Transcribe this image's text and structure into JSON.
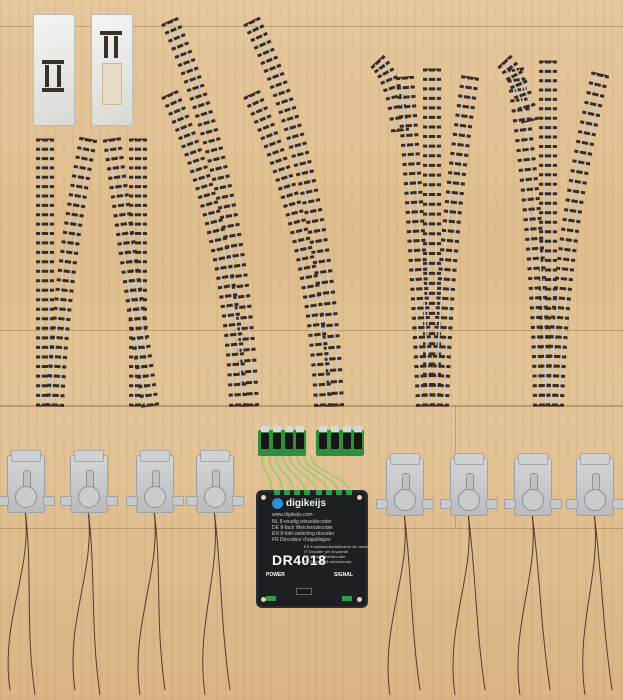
{
  "decoder": {
    "brand": "digikeijs",
    "website": "www.digikeijs.com",
    "languages_lines": [
      "NL 8-voudig wisseldecoder",
      "DE 8-fach Weichendecoder",
      "EN 8-fold switching decoder",
      "FR Décodeur d'aiguillages"
    ],
    "model": "DR4018",
    "model_lines": [
      "ES 8 salidas/decodificador de cambio",
      "IT Decoder per 8 scambi",
      "SE 8-fold växeldecoder",
      "PL Dekoder 8-zwrotnicowy"
    ],
    "port_labels": [
      "POWER",
      "SIGNAL"
    ],
    "colors": {
      "board": "#1d1f22",
      "logo_accent": "#2f8fd8",
      "terminal": "#2e9c48"
    }
  },
  "scene": {
    "items": [
      "track-packages",
      "left-turnouts",
      "curved-turnouts",
      "three-way-turnouts",
      "point-motors",
      "switch-decoder"
    ],
    "colors": {
      "wood": "#e0c193",
      "sleeper": "#3b2c22",
      "rail": "#c9c9c6",
      "motor": "#c6c8cb"
    }
  }
}
